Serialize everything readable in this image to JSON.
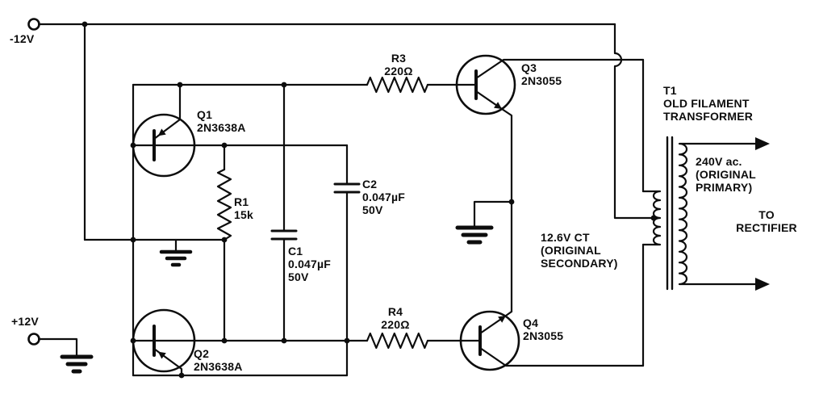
{
  "meta": {
    "kind": "circuit-schematic",
    "ink_color": "#0d0d0d",
    "background_color": "#ffffff"
  },
  "labels": {
    "neg12": "-12V",
    "pos12": "+12V",
    "q1": "Q1\n2N3638A",
    "q2": "Q2\n2N3638A",
    "q3": "Q3\n2N3055",
    "q4": "Q4\n2N3055",
    "r1": "R1\n15k",
    "r3": "R3\n220Ω",
    "r4": "R4\n220Ω",
    "c1": "C1\n0.047µF\n50V",
    "c2": "C2\n0.047µF\n50V",
    "t1": "T1\nOLD FILAMENT\nTRANSFORMER",
    "secondary": "12.6V CT\n(ORIGINAL\nSECONDARY)",
    "primary": "240V ac.\n(ORIGINAL\nPRIMARY)",
    "to_rectifier": "TO\nRECTIFIER"
  },
  "components": {
    "transistors": [
      {
        "ref": "Q1",
        "part": "2N3638A"
      },
      {
        "ref": "Q2",
        "part": "2N3638A"
      },
      {
        "ref": "Q3",
        "part": "2N3055"
      },
      {
        "ref": "Q4",
        "part": "2N3055"
      }
    ],
    "resistors": [
      {
        "ref": "R1",
        "value": "15k"
      },
      {
        "ref": "R3",
        "value": "220Ω"
      },
      {
        "ref": "R4",
        "value": "220Ω"
      }
    ],
    "capacitors": [
      {
        "ref": "C1",
        "value": "0.047µF",
        "rating": "50V"
      },
      {
        "ref": "C2",
        "value": "0.047µF",
        "rating": "50V"
      }
    ],
    "transformer": {
      "ref": "T1",
      "name": "OLD FILAMENT TRANSFORMER",
      "winding_left": "12.6V CT (ORIGINAL SECONDARY)",
      "winding_right": "240V ac. (ORIGINAL PRIMARY)"
    },
    "supplies": [
      "-12V",
      "+12V"
    ],
    "output": "TO RECTIFIER"
  }
}
